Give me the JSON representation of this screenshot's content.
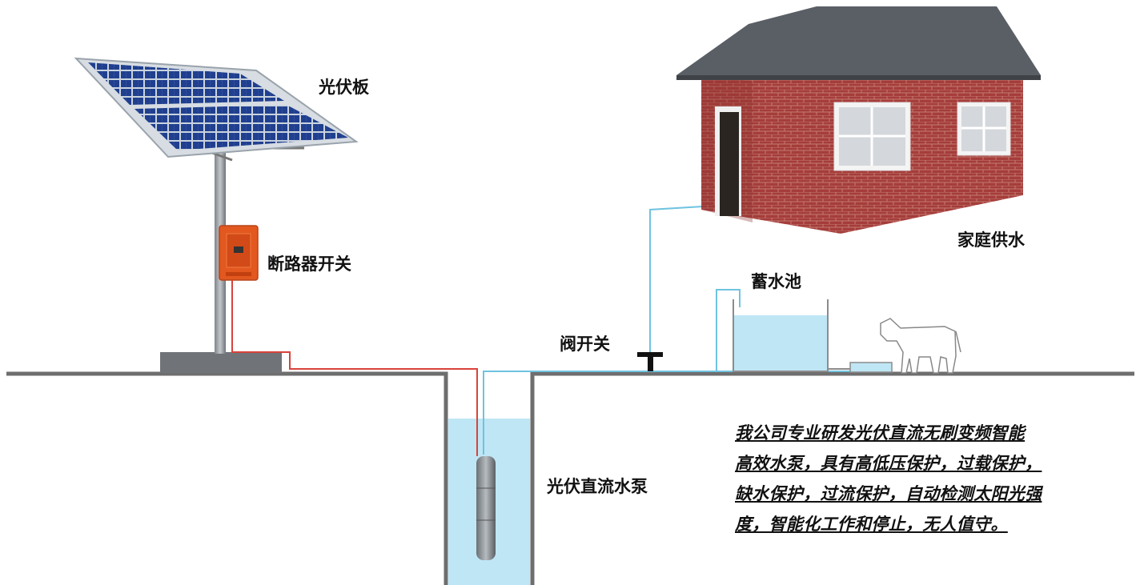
{
  "labels": {
    "solar_panel": "光伏板",
    "breaker_switch": "断路器开关",
    "household_water": "家庭供水",
    "reservoir": "蓄水池",
    "valve_switch": "阀开关",
    "pv_dc_pump": "光伏直流水泵"
  },
  "description": {
    "lines": [
      "   我公司专业研发光伏直流无刷变频智能",
      "高效水泵，具有高低压保护，过载保护，",
      "缺水保护，过流保护，自动检测太阳光强",
      "度，智能化工作和停止，无人值守。"
    ]
  },
  "colors": {
    "water": "#bfe6f5",
    "brick": "#a33c3c",
    "roof": "#5a5f66",
    "panel_cell": "#1f3d8c",
    "breaker_box": "#e2581f",
    "wire": "#d9433b",
    "water_pipe": "#6fc3e0"
  }
}
